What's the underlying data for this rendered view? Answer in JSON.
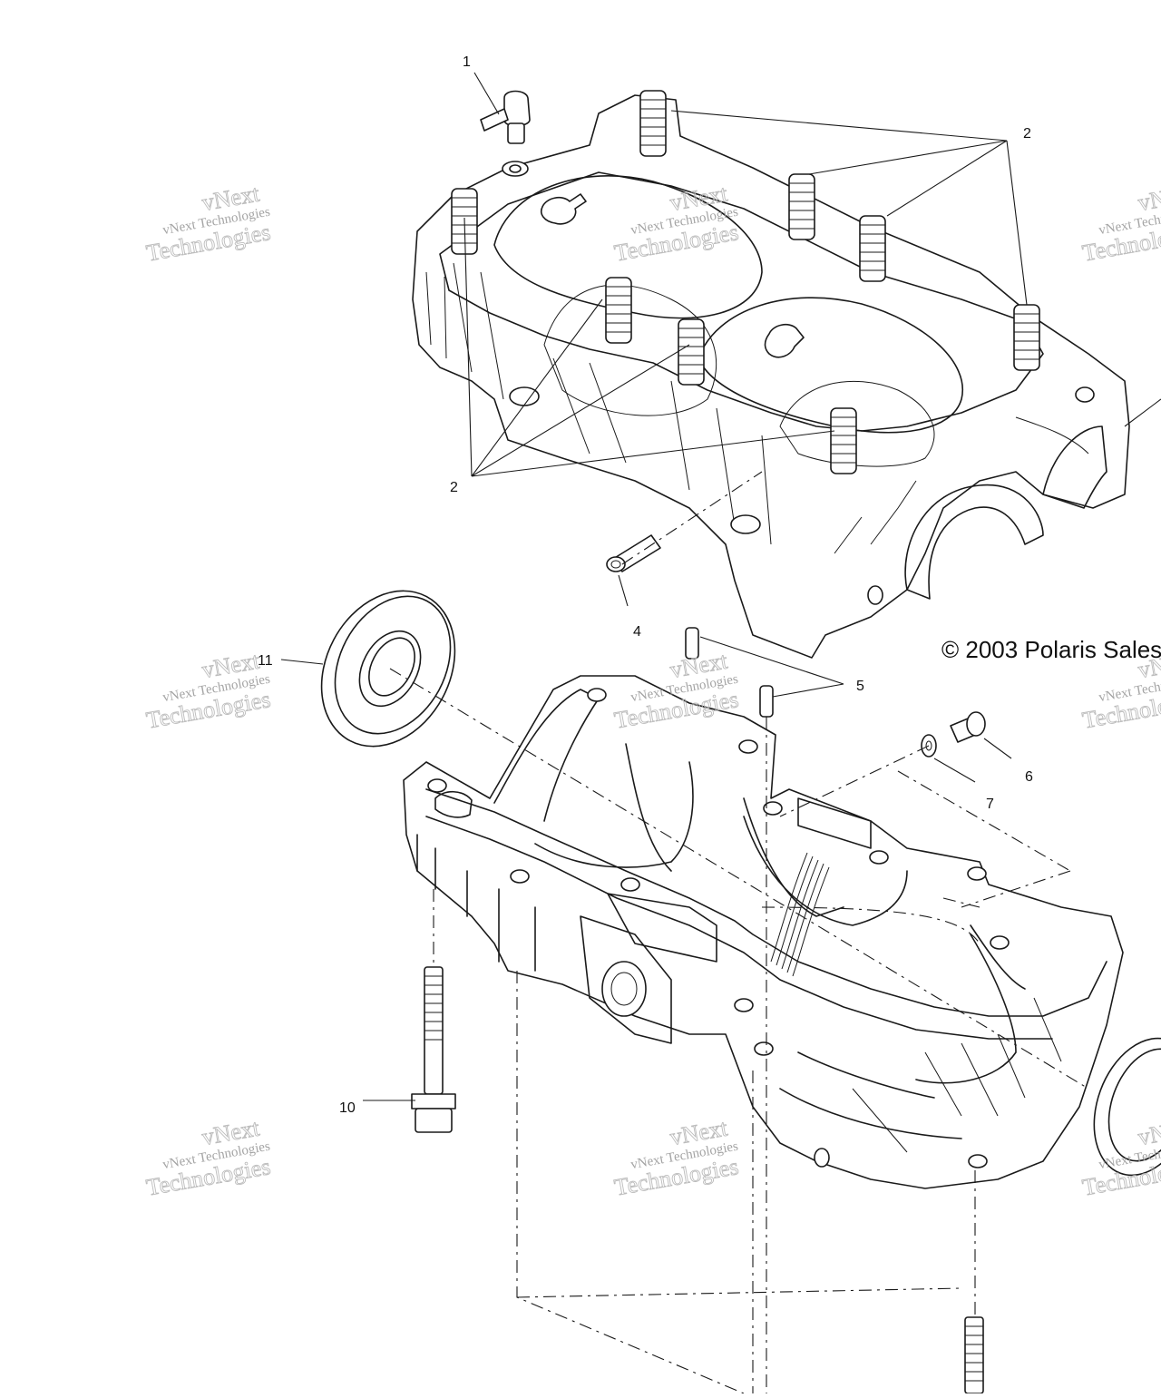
{
  "diagram": {
    "copyright": "© 2003 Polaris Sales",
    "callouts": {
      "c1": "1",
      "c2a": "2",
      "c2b": "2",
      "c4": "4",
      "c5": "5",
      "c6": "6",
      "c7": "7",
      "c10": "10",
      "c11": "11"
    },
    "watermark": {
      "line1": "vNext Technologies",
      "line2": "Technologies",
      "line3": "vNext"
    }
  }
}
